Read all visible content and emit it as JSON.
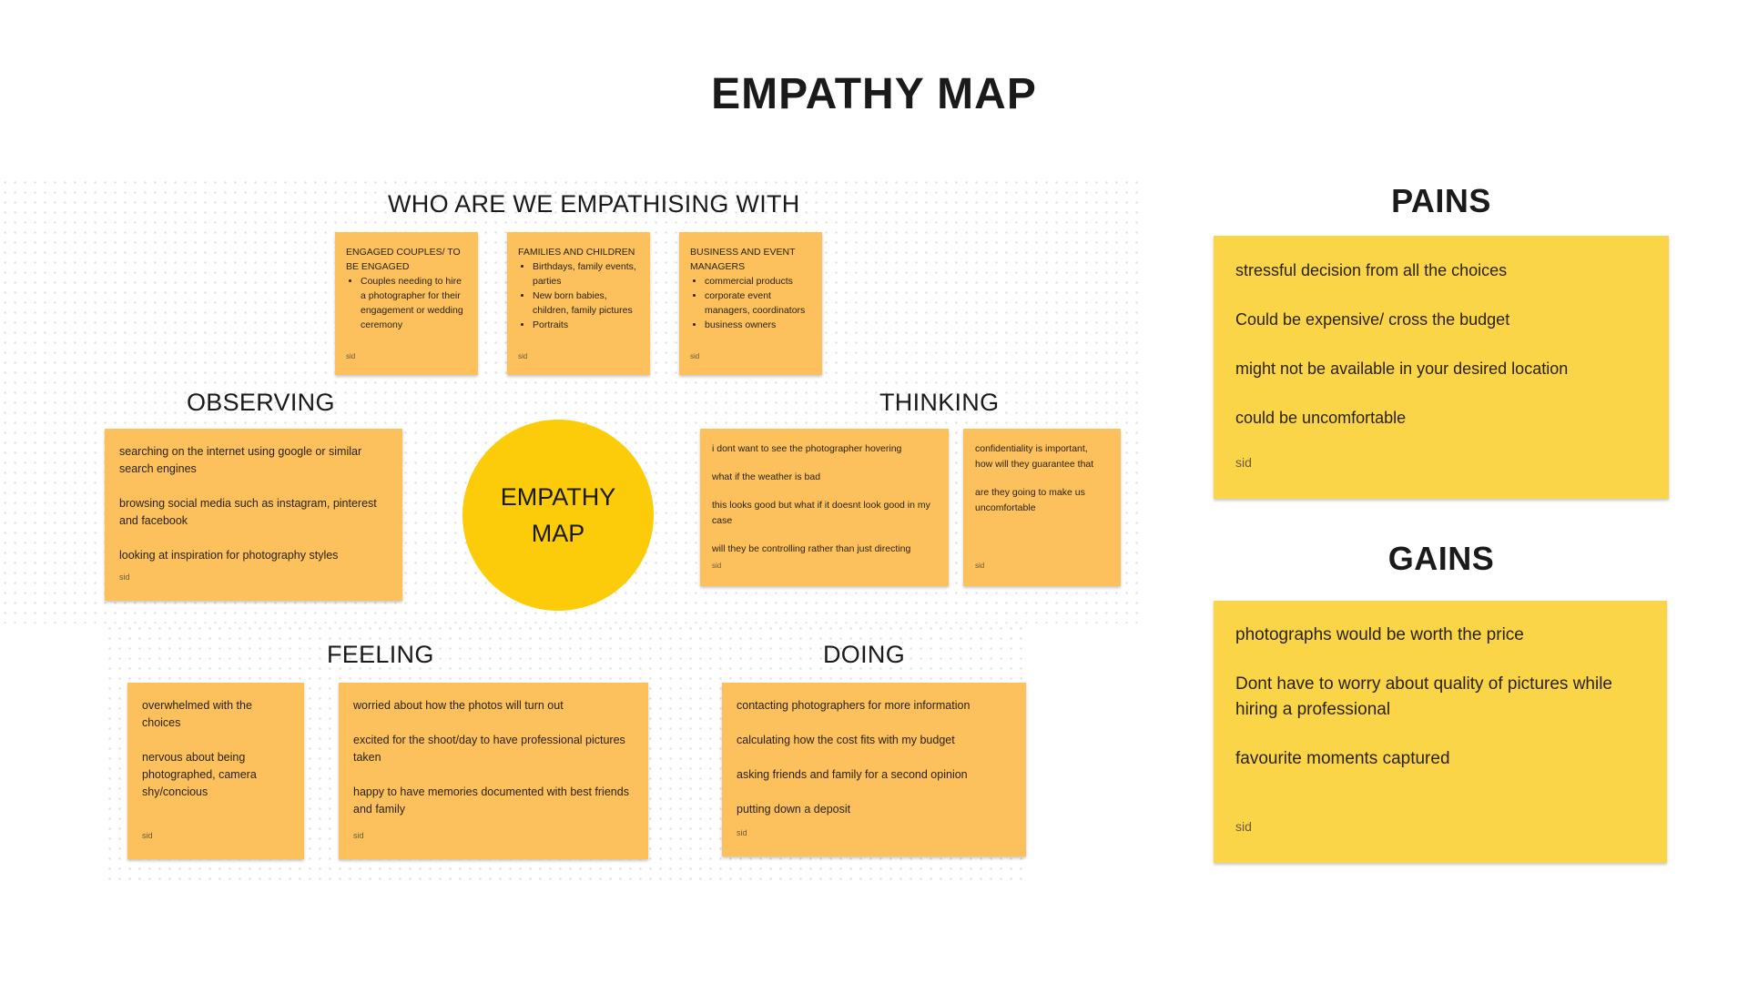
{
  "title": "EMPATHY MAP",
  "center_circle": {
    "line1": "EMPATHY",
    "line2": "MAP"
  },
  "who": {
    "label": "WHO ARE WE EMPATHISING WITH",
    "stickies": [
      {
        "heading": "ENGAGED COUPLES/ TO BE ENGAGED",
        "bullets": [
          "Couples needing to hire a photographer for their engagement or wedding ceremony"
        ],
        "author": "sid"
      },
      {
        "heading": "FAMILIES AND CHILDREN",
        "bullets": [
          "Birthdays, family events, parties",
          "New born babies, children, family pictures",
          "Portraits"
        ],
        "author": "sid"
      },
      {
        "heading": "BUSINESS AND EVENT MANAGERS",
        "bullets": [
          "commercial products",
          "corporate event managers, coordinators",
          "business owners"
        ],
        "author": "sid"
      }
    ]
  },
  "observing": {
    "label": "OBSERVING",
    "sticky": {
      "items": [
        "searching on the internet using google or similar search engines",
        "browsing social media such as instagram, pinterest and facebook",
        "looking at inspiration for photography styles"
      ],
      "author": "sid"
    }
  },
  "thinking": {
    "label": "THINKING",
    "stickies": [
      {
        "items": [
          "i dont want to see the photographer hovering",
          "what if the weather is bad",
          "this looks good but what if it doesnt look good in my case",
          "will they be controlling rather than just directing"
        ],
        "author": "sid"
      },
      {
        "items": [
          "confidentiality is important, how will they guarantee that",
          "are they going to make us uncomfortable"
        ],
        "author": "sid"
      }
    ]
  },
  "feeling": {
    "label": "FEELING",
    "stickies": [
      {
        "items": [
          "overwhelmed with the choices",
          "nervous about being photographed, camera shy/concious"
        ],
        "author": "sid"
      },
      {
        "items": [
          "worried about how the photos will turn out",
          "excited for the shoot/day to have professional pictures taken",
          "happy to have memories documented with best friends and family"
        ],
        "author": "sid"
      }
    ]
  },
  "doing": {
    "label": "DOING",
    "sticky": {
      "items": [
        "contacting photographers for more information",
        "calculating how the cost fits with my budget",
        "asking friends and family for a second opinion",
        "putting down a deposit"
      ],
      "author": "sid"
    }
  },
  "pains": {
    "label": "PAINS",
    "sticky": {
      "items": [
        "stressful decision from all the choices",
        "Could be expensive/ cross the budget",
        "might not be available in your desired location",
        "could be uncomfortable"
      ],
      "author": "sid"
    }
  },
  "gains": {
    "label": "GAINS",
    "sticky": {
      "items": [
        "photographs would be worth the price",
        "Dont have to worry about quality of pictures while hiring a professional",
        "favourite moments captured"
      ],
      "author": "sid"
    }
  },
  "colors": {
    "sticky_orange": "#fcc15c",
    "sticky_yellow": "#fbd548",
    "circle": "#fccc0a"
  }
}
